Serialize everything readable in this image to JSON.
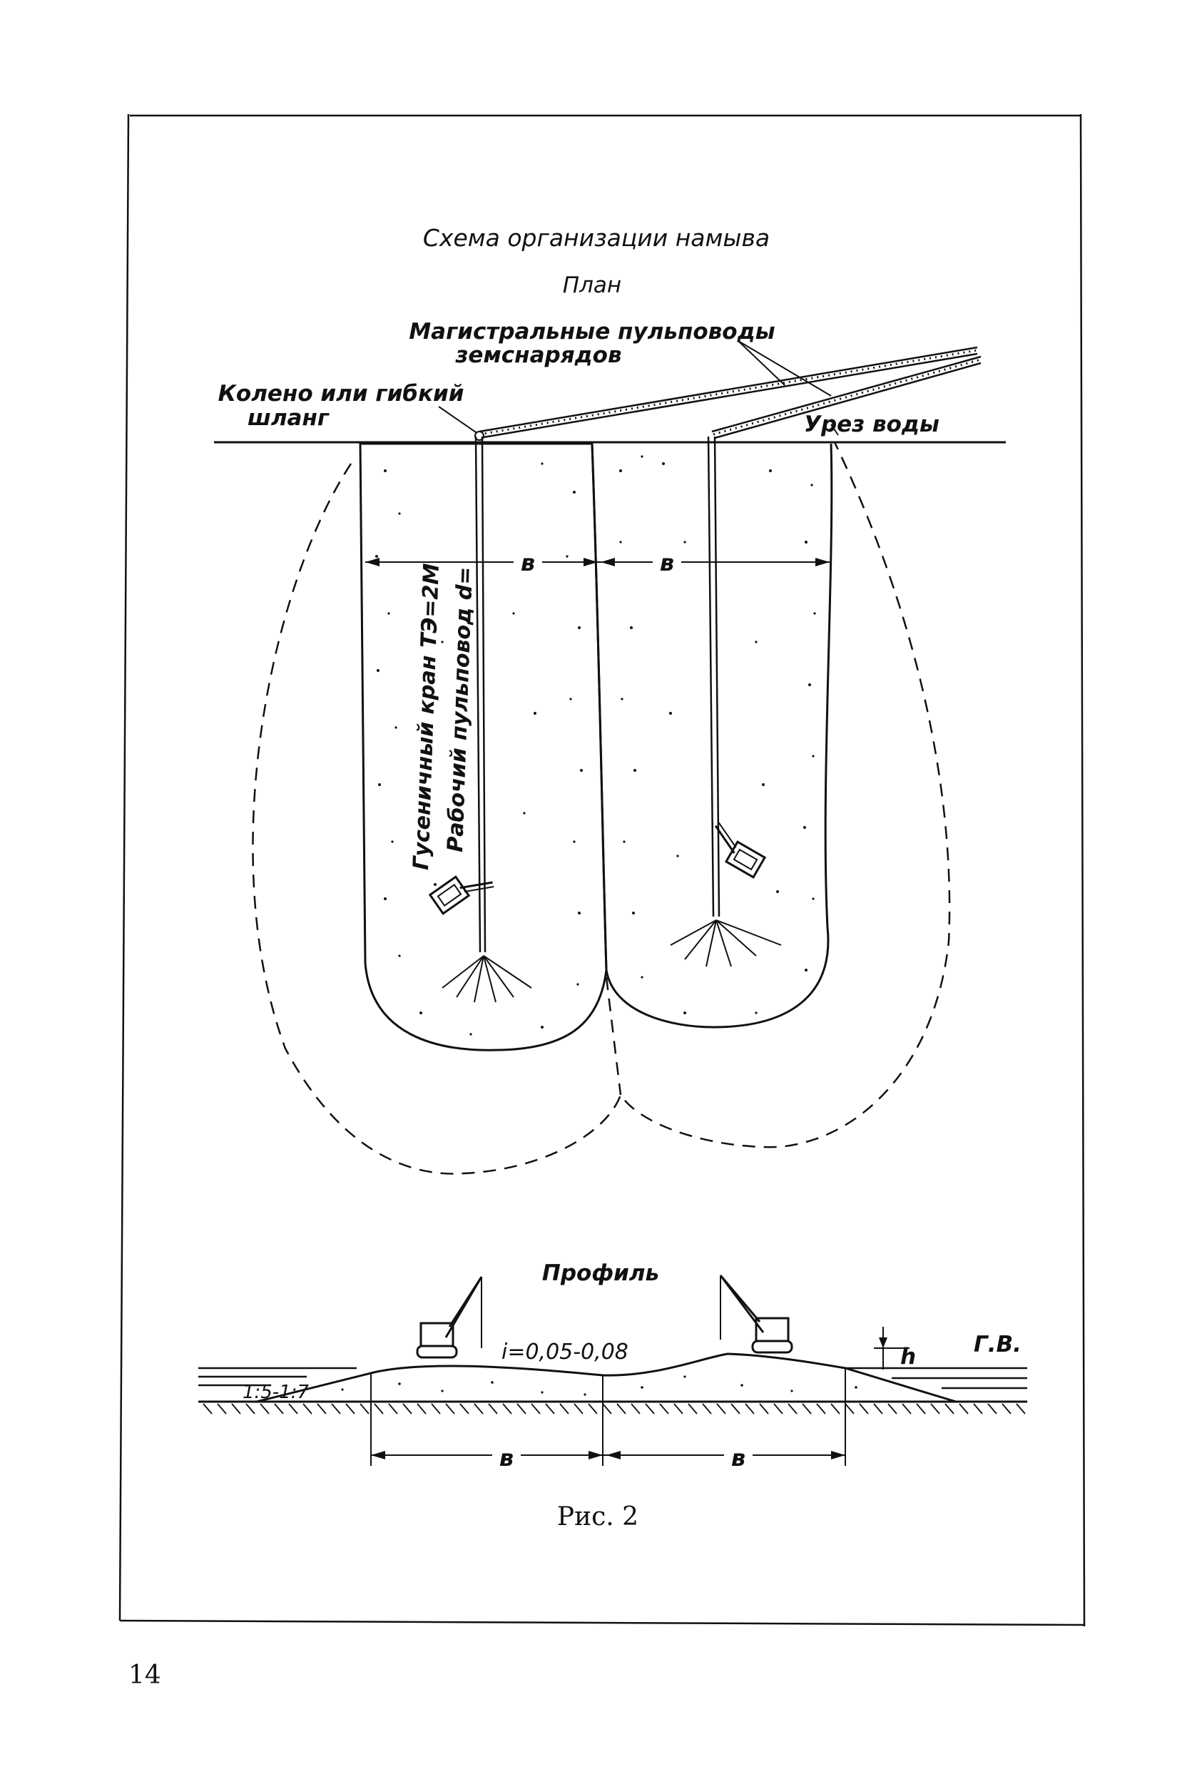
{
  "figure": {
    "title": "Схема организации намыва",
    "plan_title": "План",
    "profile_title": "Профиль",
    "caption": "Рис. 2",
    "page_number": "14"
  },
  "plan": {
    "label_pipelines_line1": "Магистральные пульповоды",
    "label_pipelines_line2": "земснарядов",
    "label_elbow_line1": "Колено или гибкий",
    "label_elbow_line2": "шланг",
    "label_waterline": "Урез воды",
    "label_crane": "Гусеничный кран ТЭ=2М",
    "label_work_pipe": "Рабочий пульповод d=",
    "width_label_left": "в",
    "width_label_right": "в"
  },
  "profile": {
    "slope_label": "i=0,05-0,08",
    "side_slope_label": "1:5-1:7",
    "water_level_label": "Г.В.",
    "height_label": "h",
    "width_label_left": "в",
    "width_label_right": "в"
  },
  "icons": {
    "crane": "crawler-crane-icon",
    "spray": "pulp-discharge-icon"
  },
  "colors": {
    "ink": "#111111",
    "paper": "#ffffff"
  }
}
